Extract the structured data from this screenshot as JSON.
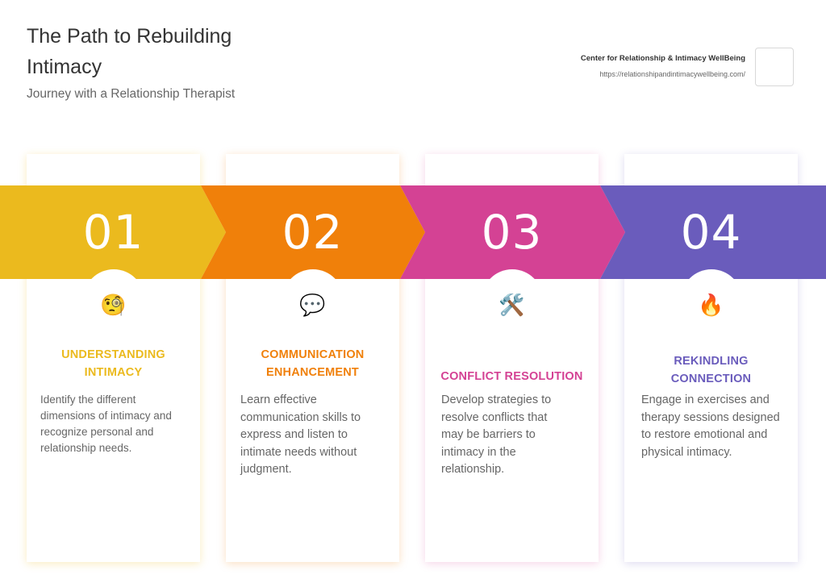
{
  "header": {
    "title": "The Path to Rebuilding Intimacy",
    "subtitle": "Journey with a Relationship Therapist"
  },
  "organization": {
    "name": "Center for Relationship & Intimacy WellBeing",
    "url": "https://relationshipandintimacywellbeing.com/",
    "logo": "logo-placeholder"
  },
  "steps": [
    {
      "number": "01",
      "icon": "face-with-monocle-icon",
      "glyph": "🧐",
      "heading": "UNDERSTANDING INTIMACY",
      "description": "Identify the different dimensions of intimacy and recognize personal and relationship needs.",
      "color": "#EBBA1E"
    },
    {
      "number": "02",
      "icon": "speech-bubble-icon",
      "glyph": "💬",
      "heading": "COMMUNICATION ENHANCEMENT",
      "description": "Learn effective communication skills to express and listen to intimate needs without judgment.",
      "color": "#F0800A"
    },
    {
      "number": "03",
      "icon": "hammer-and-wrench-icon",
      "glyph": "🛠️",
      "heading": "CONFLICT RESOLUTION",
      "description": "Develop strategies to resolve conflicts that may be barriers to intimacy in the relationship.",
      "color": "#D44294"
    },
    {
      "number": "04",
      "icon": "fire-icon",
      "glyph": "🔥",
      "heading": "REKINDLING CONNECTION",
      "description": "Engage in exercises and therapy sessions designed to restore emotional and physical intimacy.",
      "color": "#6A5CBC"
    }
  ]
}
